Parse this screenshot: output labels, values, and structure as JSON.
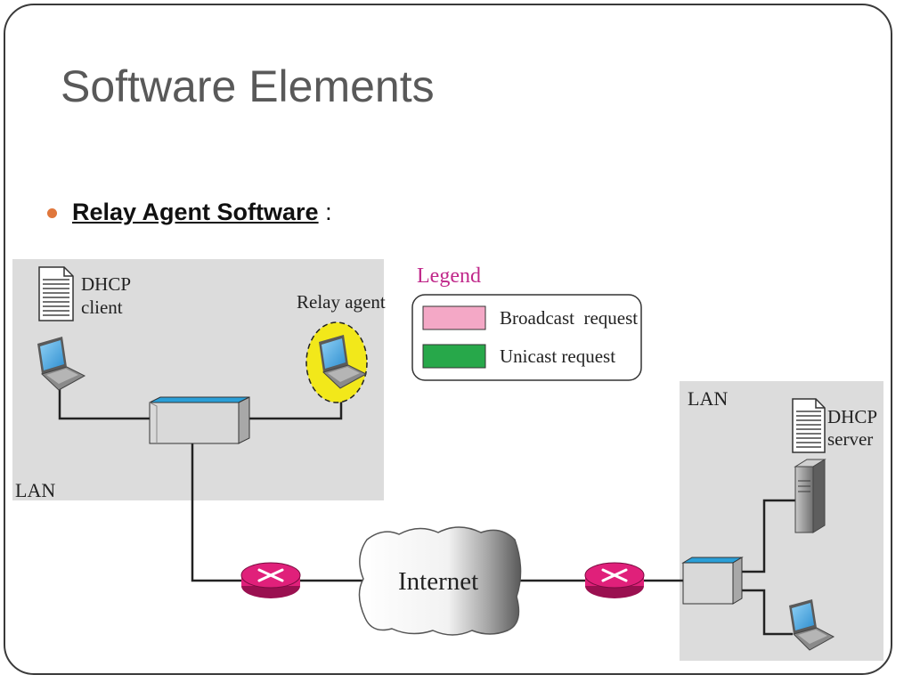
{
  "slide": {
    "title": "Software Elements",
    "bullet": {
      "label": "Relay  Agent Software",
      "suffix": " :"
    }
  },
  "diagram": {
    "left_lan_label": "LAN",
    "right_lan_label": "LAN",
    "dhcp_client_label": [
      "DHCP",
      "client"
    ],
    "relay_agent_label": "Relay agent",
    "dhcp_server_label": [
      "DHCP",
      "server"
    ],
    "internet_label": "Internet",
    "legend": {
      "title": "Legend",
      "items": [
        {
          "label": "Broadcast  request",
          "color": "#f4a8c6"
        },
        {
          "label": "Unicast request",
          "color": "#27a84a"
        }
      ]
    },
    "colors": {
      "lan_background": "#dcdcdc",
      "legend_title": "#c0288a",
      "router": "#e0207a",
      "relay_highlight": "#f2e81a",
      "switch_top": "#2a9fd8"
    },
    "icons": [
      "document-icon",
      "laptop-icon",
      "switch-icon",
      "router-icon",
      "cloud-icon",
      "server-tower-icon"
    ]
  }
}
